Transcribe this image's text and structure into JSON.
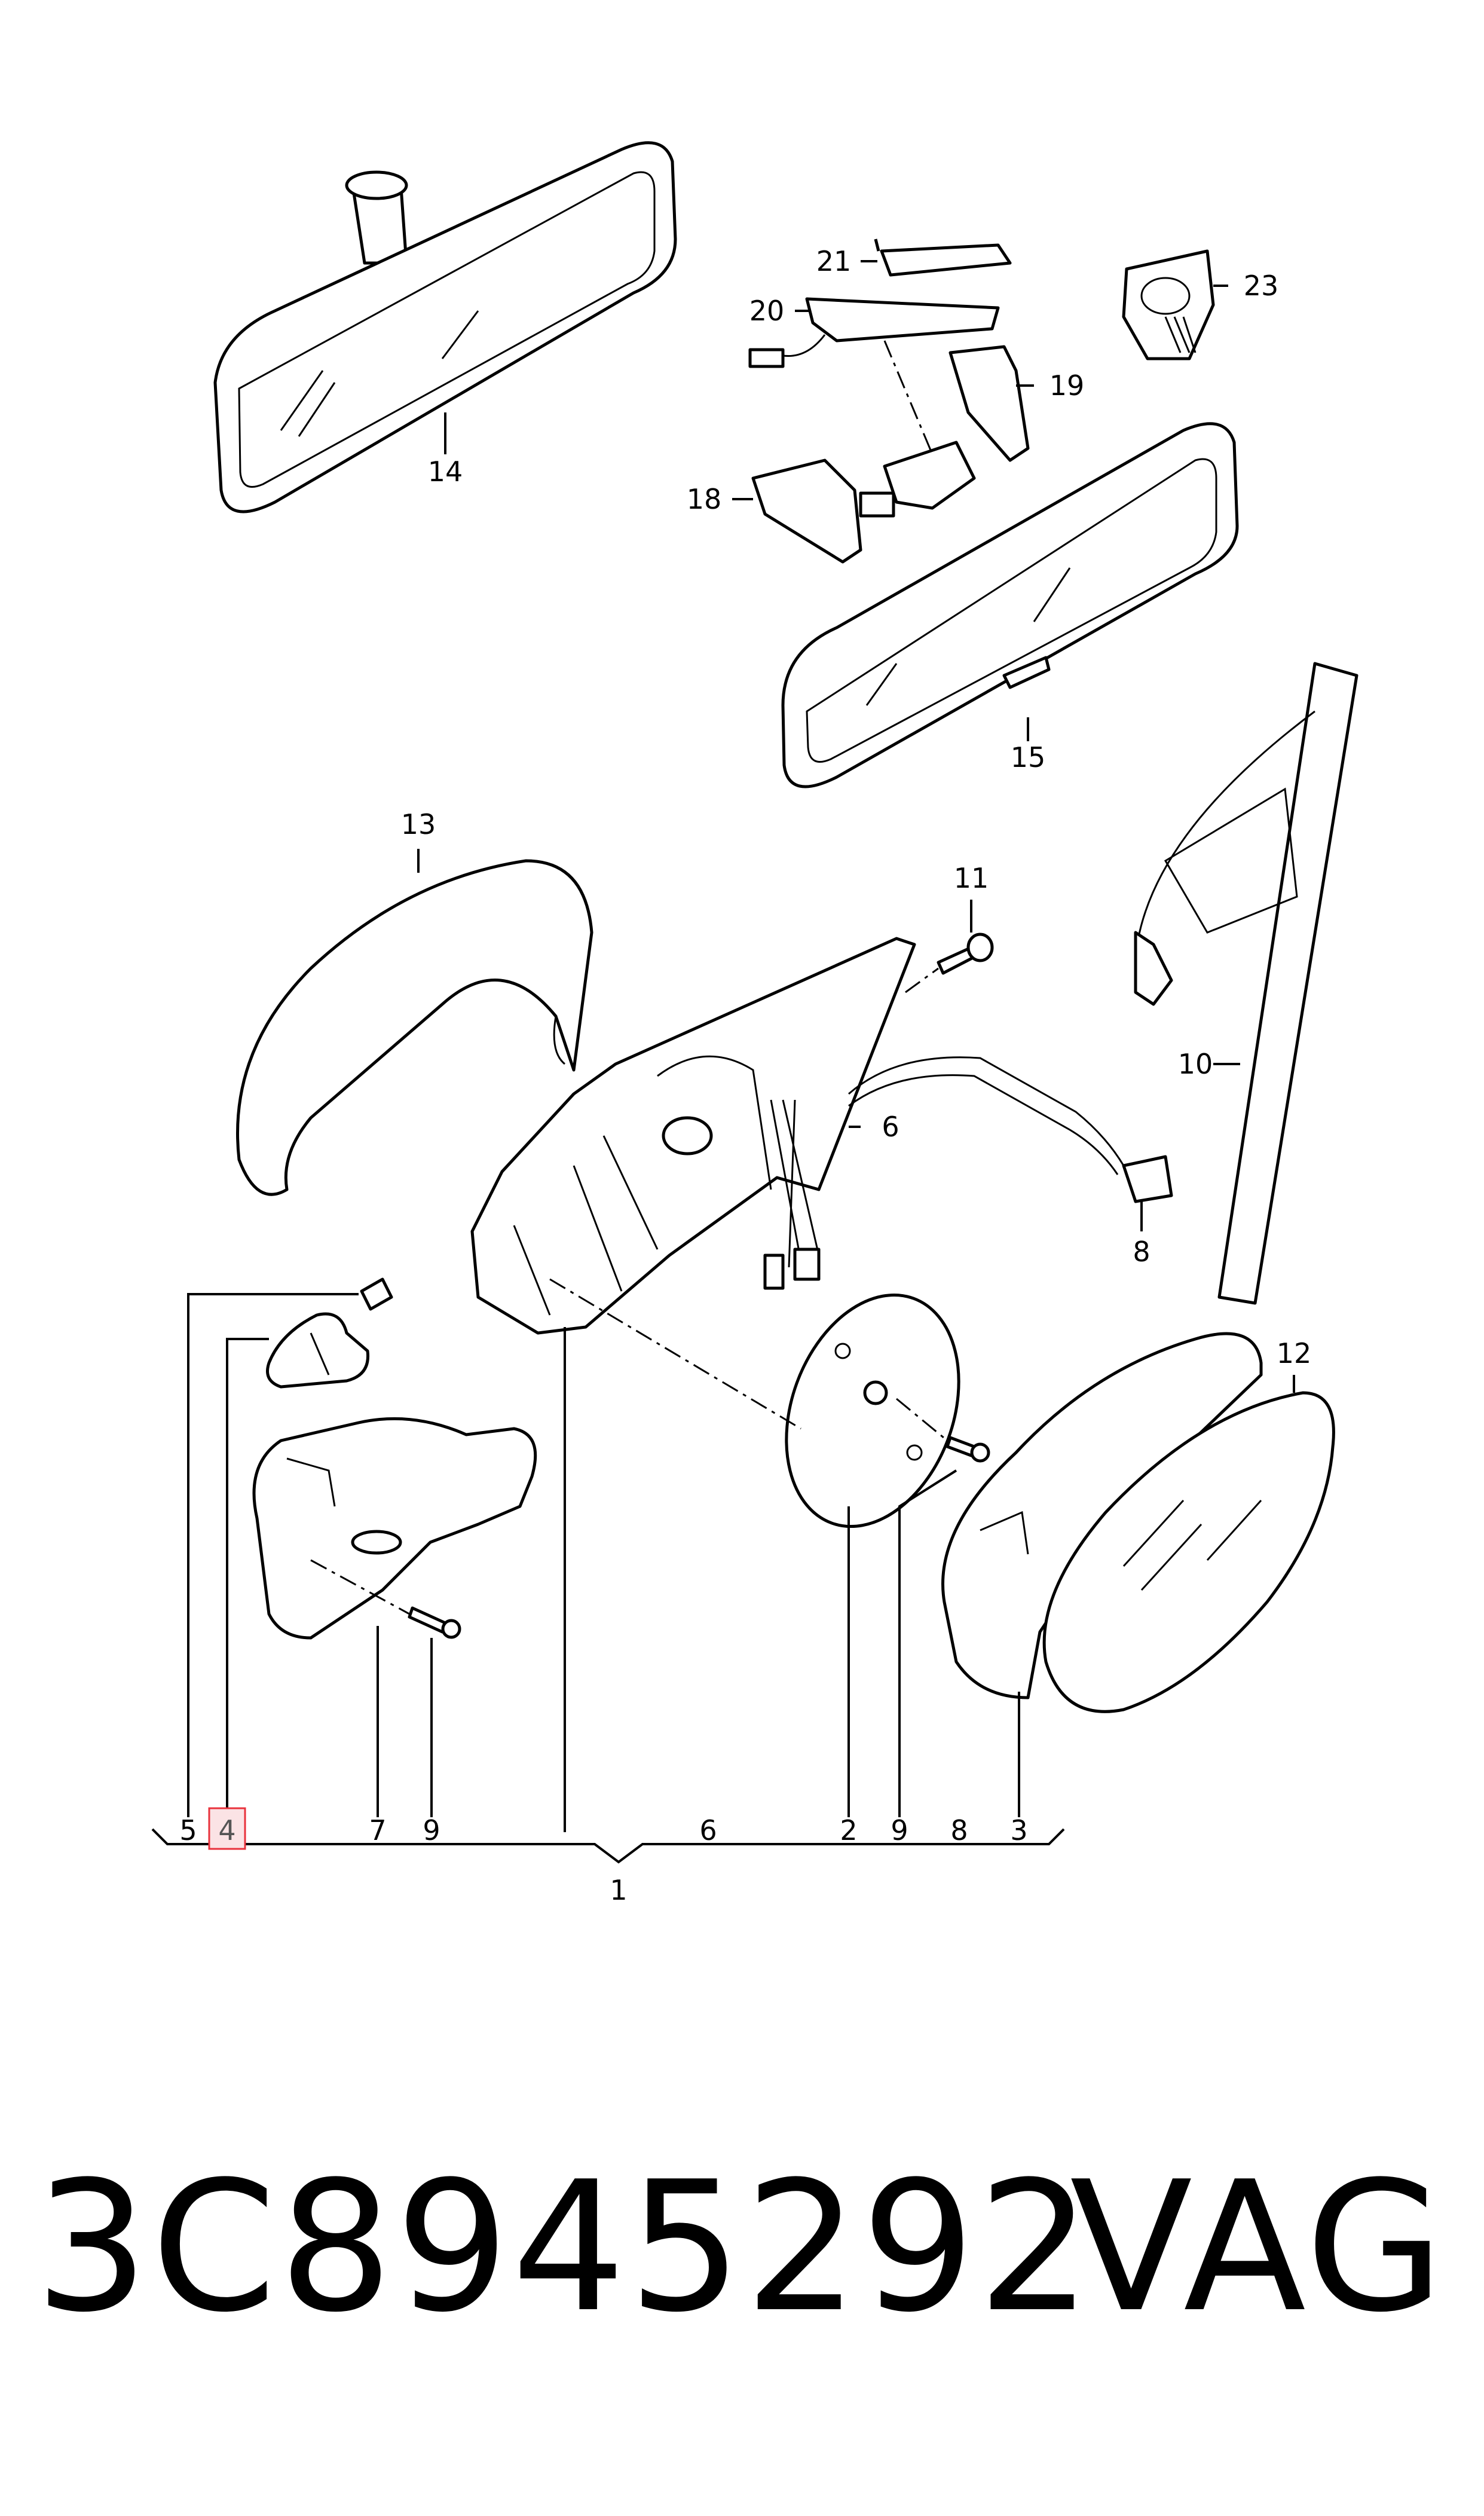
{
  "callouts": {
    "c1": "1",
    "c2": "2",
    "c3": "3",
    "c4": "4",
    "c5": "5",
    "c6": "6",
    "c7": "7",
    "c8": "8",
    "c9": "9",
    "c10": "10",
    "c11": "11",
    "c12": "12",
    "c13": "13",
    "c14": "14",
    "c15": "15",
    "c18": "18",
    "c19": "19",
    "c20": "20",
    "c21": "21",
    "c23": "23"
  },
  "bottom_row": [
    "5",
    "4",
    "7",
    "9",
    "6",
    "2",
    "9",
    "8",
    "3"
  ],
  "highlighted_callout": "4",
  "highlight_color": "#e8323c",
  "footer": {
    "part_number": "3C8945292",
    "brand": "VAG"
  }
}
